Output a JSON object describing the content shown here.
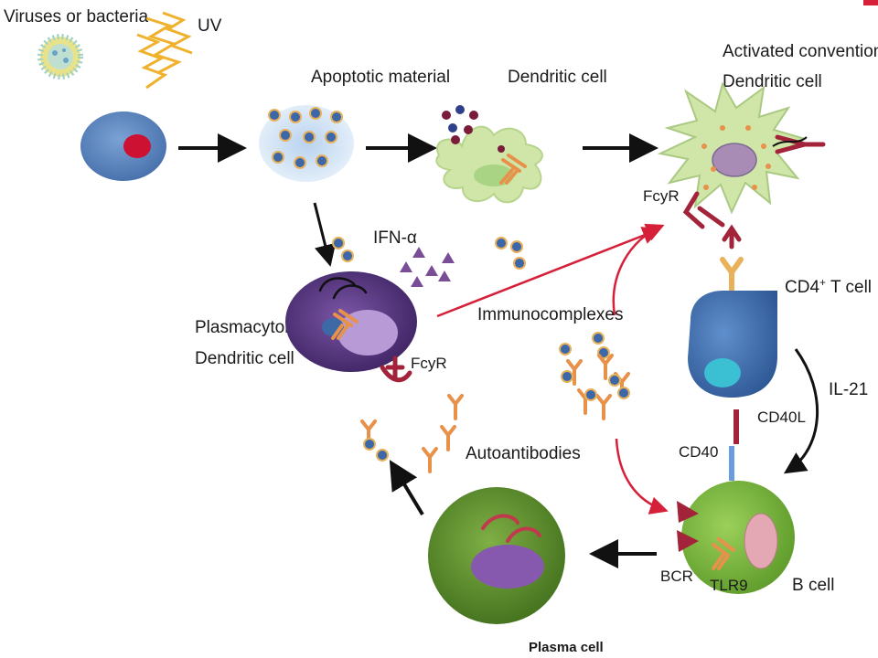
{
  "labels": {
    "viruses": "Viruses or bacteria",
    "uv": "UV",
    "apoptotic": "Apoptotic material",
    "dendritic": "Dendritic cell",
    "activated_line1": "Activated conventional",
    "activated_line2": "Dendritic cell",
    "fcyr_top": "FcyR",
    "ifn": "IFN-α",
    "cd4": "CD4",
    "cd4_sup": "+",
    "cd4_rest": " T cell",
    "plasmacytoid_line1": "Plasmacytoid",
    "plasmacytoid_line2": "Dendritic cell",
    "immunocomplexes": "Immunocomplexes",
    "fcyr_mid": "FcyR",
    "il21": "IL-21",
    "cd40l": "CD40L",
    "cd40": "CD40",
    "autoantibodies": "Autoantibodies",
    "bcr": "BCR",
    "tlr9": "TLR9",
    "bcell": "B cell",
    "plasma": "Plasma cell"
  },
  "colors": {
    "cell_blue": "#5b86c0",
    "nucleus_red": "#cc1133",
    "dendritic_green": "#cfe6a8",
    "pdc_purple": "#5c3a86",
    "bcell_green": "#79b83a",
    "plasma_green": "#5e8f2e",
    "antibody_orange": "#e8914a",
    "receptor_red": "#a3243a",
    "arrow_red": "#d6203a",
    "arrow_black": "#111111",
    "ifn_purple": "#7a4e96",
    "tcell_blue": "#3d6aa6"
  }
}
